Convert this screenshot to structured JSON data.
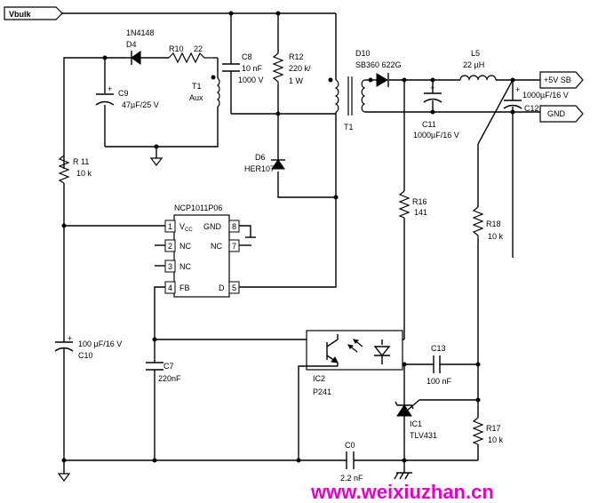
{
  "ports": {
    "vbulk": "Vbulk",
    "out_5v": "+5V SB",
    "gnd": "GND"
  },
  "components": {
    "D4": {
      "ref": "D4",
      "value": "1N4148"
    },
    "R10": {
      "ref": "R10",
      "value": "22"
    },
    "C9": {
      "ref": "C9",
      "value": "47µF/25 V"
    },
    "T1_aux": {
      "ref": "T1",
      "value": "Aux"
    },
    "C8": {
      "ref": "C8",
      "value1": "10 nF",
      "value2": "1000 V"
    },
    "R12": {
      "ref": "R12",
      "value1": "220 k/",
      "value2": "1 W"
    },
    "D6": {
      "ref": "D6",
      "value": "HER107"
    },
    "R11": {
      "ref": "R 11",
      "value": "10 k"
    },
    "T1": {
      "ref": "T1"
    },
    "D10": {
      "ref": "D10",
      "value": "SB360  622G"
    },
    "L5": {
      "ref": "L5",
      "value": "22 µH"
    },
    "C11": {
      "ref": "C11",
      "value": "1000µF/16 V"
    },
    "C12": {
      "ref": "C12",
      "value": "1000µF/16 V"
    },
    "R16": {
      "ref": "R16",
      "value": "141"
    },
    "R18": {
      "ref": "R18",
      "value": "10 k"
    },
    "C10": {
      "ref": "C10",
      "value": "100 µF/16 V"
    },
    "C7": {
      "ref": "C7",
      "value": "220nF"
    },
    "IC2": {
      "ref": "IC2",
      "value": "P241"
    },
    "C13": {
      "ref": "C13",
      "value": "100 nF"
    },
    "IC1": {
      "ref": "IC1",
      "value": "TLV431"
    },
    "R17": {
      "ref": "R17",
      "value": "10 k"
    },
    "C0": {
      "ref": "C0",
      "value": "2.2 nF"
    }
  },
  "ic_ncp": {
    "title": "NCP1011P06",
    "pins": [
      {
        "num": "1",
        "label": "V",
        "sub": "CC"
      },
      {
        "num": "2",
        "label": "NC"
      },
      {
        "num": "3",
        "label": "NC"
      },
      {
        "num": "4",
        "label": "FB"
      },
      {
        "num": "8",
        "label": "GND"
      },
      {
        "num": "7",
        "label": "NC"
      },
      {
        "num": "5",
        "label": "D"
      }
    ]
  },
  "watermark": "www.weixiuzhan.cn"
}
